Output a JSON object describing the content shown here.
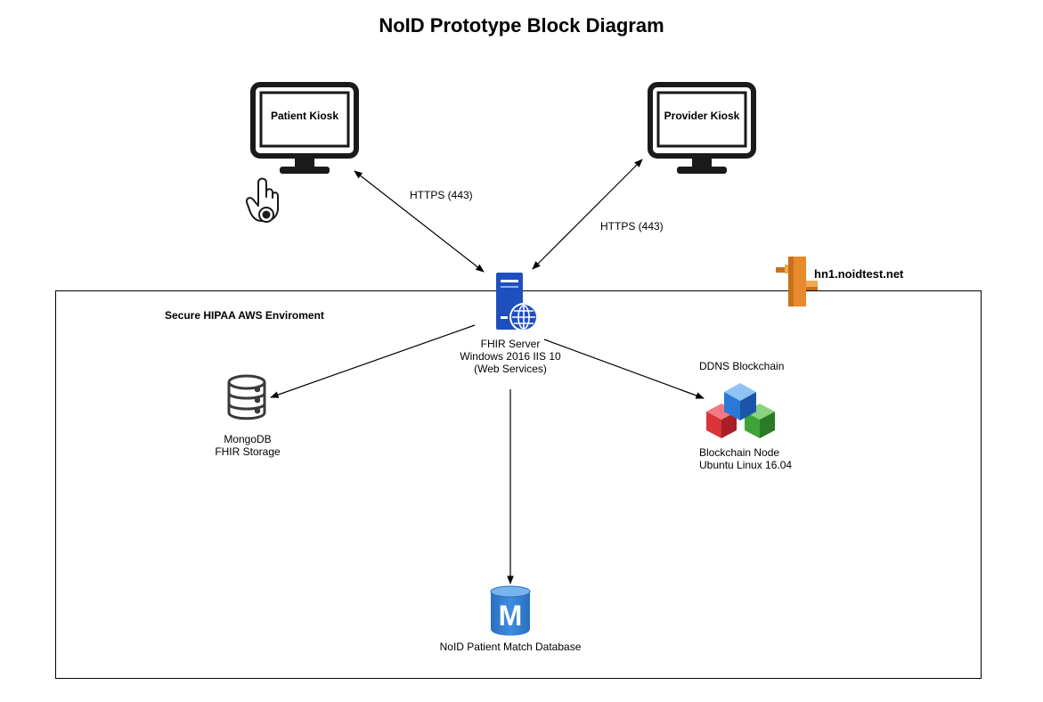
{
  "title": "NoID Prototype Block Diagram",
  "environment": {
    "label": "Secure HIPAA AWS Enviroment"
  },
  "patient_kiosk": {
    "label": "Patient Kiosk"
  },
  "provider_kiosk": {
    "label": "Provider Kiosk"
  },
  "connections": {
    "patient_https": "HTTPS (443)",
    "provider_https": "HTTPS (443)"
  },
  "dns": {
    "label": "hn1.noidtest.net",
    "icon": "route53-icon"
  },
  "fhir_server": {
    "line1": "FHIR Server",
    "line2": "Windows 2016 IIS 10",
    "line3": "(Web Services)"
  },
  "mongodb": {
    "line1": "MongoDB",
    "line2": "FHIR Storage"
  },
  "blockchain": {
    "header": "DDNS Blockchain",
    "line1": "Blockchain Node",
    "line2": "Ubuntu Linux 16.04"
  },
  "match_db": {
    "label": "NoID Patient Match Database"
  },
  "colors": {
    "server_blue": "#1f4fbf",
    "db_blue": "#2d7fd0",
    "aws_orange": "#e8892b",
    "cube_red": "#d9333b",
    "cube_green": "#3fa33a",
    "cube_blue": "#2b78d6"
  }
}
